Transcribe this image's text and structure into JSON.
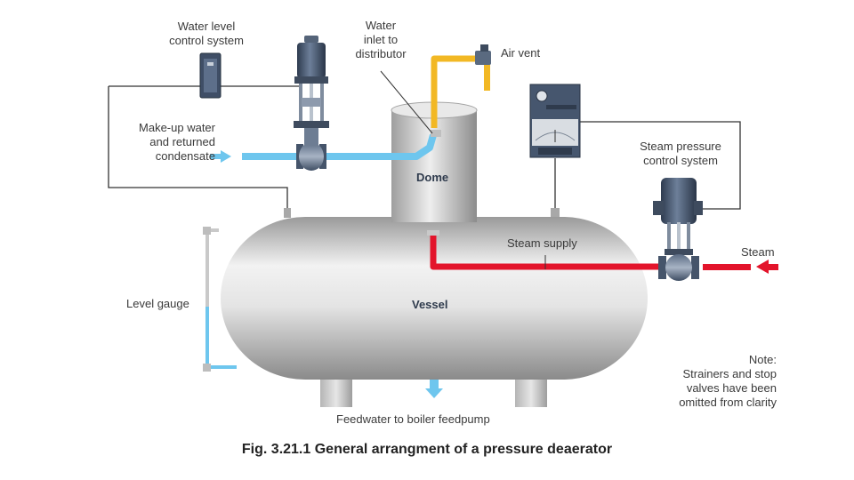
{
  "caption": "Fig. 3.21.1 General arrangment of a pressure deaerator",
  "labels": {
    "water_level_control": [
      "Water level",
      "control system"
    ],
    "water_inlet": [
      "Water",
      "inlet to",
      "distributor"
    ],
    "air_vent": "Air vent",
    "makeup_water": [
      "Make-up water",
      "and returned",
      "condensate"
    ],
    "dome": "Dome",
    "steam_pressure_control": [
      "Steam pressure",
      "control system"
    ],
    "steam_supply": "Steam supply",
    "steam": "Steam",
    "level_gauge": "Level gauge",
    "vessel": "Vessel",
    "note_title": "Note:",
    "note_body": [
      "Strainers and stop",
      "valves have been",
      "omitted from clarity"
    ],
    "feedwater": "Feedwater to boiler feedpump"
  },
  "colors": {
    "water": "#6ec6ee",
    "steam": "#e3142b",
    "air": "#f2b824",
    "vessel_light": "#eeeeee",
    "vessel_dark": "#8c8c8c",
    "control_unit": "#4a5b72",
    "signal_line": "#333333"
  }
}
